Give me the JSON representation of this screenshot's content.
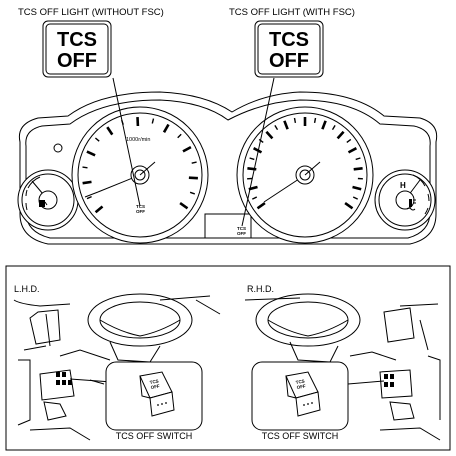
{
  "top_labels": {
    "without_fsc": "TCS OFF LIGHT (WITHOUT FSC)",
    "with_fsc": "TCS OFF LIGHT (WITH FSC)"
  },
  "callouts": {
    "left": {
      "line1": "TCS",
      "line2": "OFF"
    },
    "right": {
      "line1": "TCS",
      "line2": "OFF"
    }
  },
  "cluster": {
    "tach_unit": "1000r/min",
    "left_indicator": {
      "line1": "TCS",
      "line2": "OFF"
    },
    "right_indicator": {
      "line1": "TCS",
      "line2": "OFF"
    },
    "temp_hot": "H"
  },
  "bottom": {
    "lhd_label": "L.H.D.",
    "rhd_label": "R.H.D.",
    "lhd_switch_caption": "TCS OFF SWITCH",
    "rhd_switch_caption": "TCS OFF SWITCH",
    "lhd_switch_face": {
      "line1": "TCS",
      "line2": "OFF"
    },
    "rhd_switch_face": {
      "line1": "TCS",
      "line2": "OFF"
    }
  },
  "icons": [
    "fuel-pump-icon",
    "coolant-temperature-icon",
    "tcs-off-indicator-icon"
  ]
}
